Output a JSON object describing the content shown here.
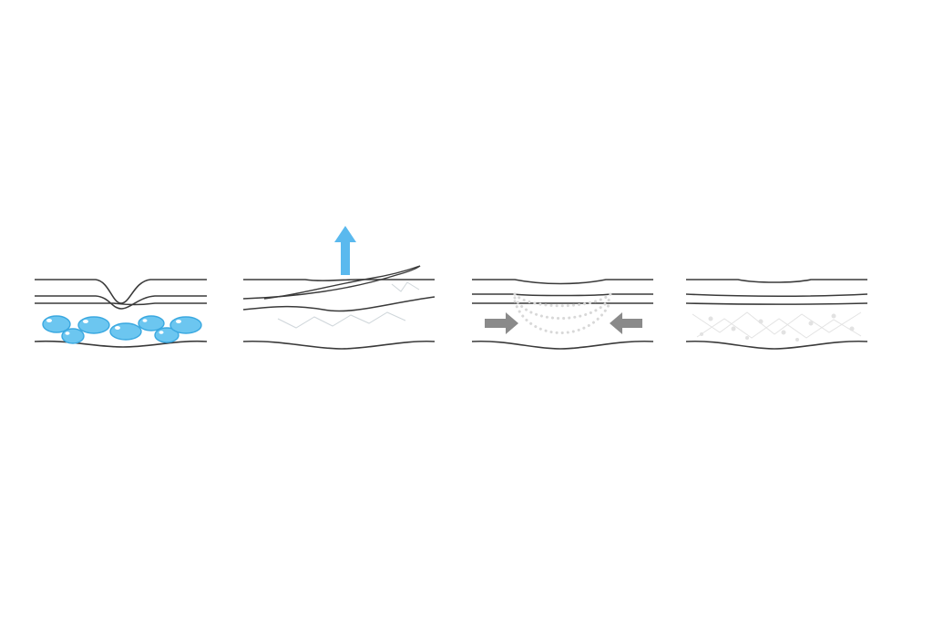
{
  "diagram": {
    "panels": [
      {
        "id": "step-1",
        "description_icon": "fat-cells-under-skin-icon"
      },
      {
        "id": "step-2",
        "description_icon": "skin-lift-arrow-icon"
      },
      {
        "id": "step-3",
        "description_icon": "tissue-contraction-arrows-icon"
      },
      {
        "id": "step-4",
        "description_icon": "smooth-skin-result-icon"
      }
    ],
    "colors": {
      "line": "#3a3a3a",
      "blob_fill": "#6cc6f0",
      "blob_stroke": "#3aa8e0",
      "up_arrow": "#5ab9ee",
      "push_arrow": "#8a8a8a",
      "dots": "#d8d8d8"
    }
  }
}
